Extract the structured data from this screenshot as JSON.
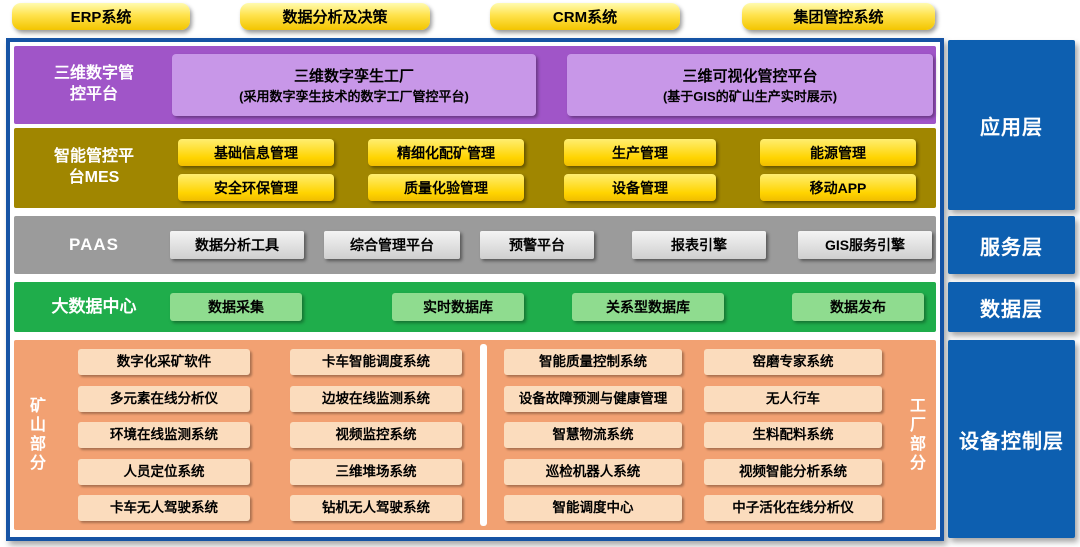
{
  "top_systems": [
    "ERP系统",
    "数据分析及决策",
    "CRM系统",
    "集团管控系统"
  ],
  "side_labels": [
    "应用层",
    "服务层",
    "数据层",
    "设备控制层"
  ],
  "layers": {
    "three_d": {
      "label": "三维数字管\n控平台",
      "boxes": [
        {
          "title": "三维数字孪生工厂",
          "subtitle": "(采用数字孪生技术的数字工厂管控平台)"
        },
        {
          "title": "三维可视化管控平台",
          "subtitle": "(基于GIS的矿山生产实时展示)"
        }
      ]
    },
    "mes": {
      "label": "智能管控平\n台MES",
      "row1": [
        "基础信息管理",
        "精细化配矿管理",
        "生产管理",
        "能源管理"
      ],
      "row2": [
        "安全环保管理",
        "质量化验管理",
        "设备管理",
        "移动APP"
      ]
    },
    "paas": {
      "label": "PAAS",
      "items": [
        "数据分析工具",
        "综合管理平台",
        "预警平台",
        "报表引擎",
        "GIS服务引擎"
      ]
    },
    "big_data": {
      "label": "大数据中心",
      "items": [
        "数据采集",
        "实时数据库",
        "关系型数据库",
        "数据发布"
      ]
    },
    "device_control": {
      "mine_label": "矿山部分",
      "factory_label": "工厂部分",
      "mine_col1": [
        "数字化采矿软件",
        "多元素在线分析仪",
        "环境在线监测系统",
        "人员定位系统",
        "卡车无人驾驶系统"
      ],
      "mine_col2": [
        "卡车智能调度系统",
        "边坡在线监测系统",
        "视频监控系统",
        "三维堆场系统",
        "钻机无人驾驶系统"
      ],
      "factory_col1": [
        "智能质量控制系统",
        "设备故障预测与健康管理",
        "智慧物流系统",
        "巡检机器人系统",
        "智能调度中心"
      ],
      "factory_col2": [
        "窑磨专家系统",
        "无人行车",
        "生料配料系统",
        "视频智能分析系统",
        "中子活化在线分析仪"
      ]
    }
  },
  "colors": {
    "frame_blue": "#1553A4",
    "side_label_blue": "#0D5FB0",
    "purple_band": "#A055C8",
    "purple_box": "#C897E8",
    "olive_band": "#A08600",
    "yellow_button": "#FFD400",
    "gray_band": "#9B9B9B",
    "green_band": "#1FAD4B",
    "green_button": "#8FDC8F",
    "orange_band": "#F2A172",
    "orange_box": "#FBDCBD"
  }
}
